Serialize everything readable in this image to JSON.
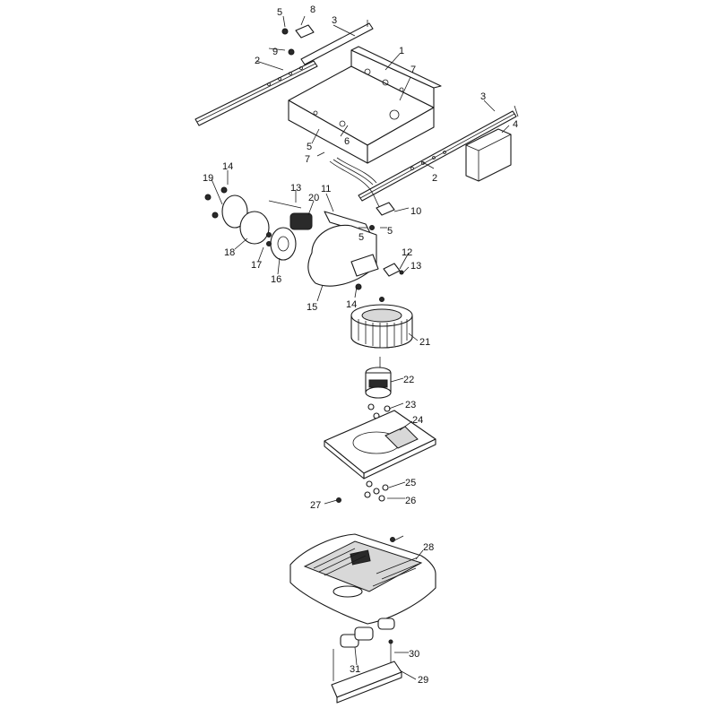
{
  "diagram": {
    "callouts": [
      {
        "id": "c1",
        "text": "1"
      },
      {
        "id": "c2a",
        "text": "2"
      },
      {
        "id": "c2b",
        "text": "2"
      },
      {
        "id": "c3a",
        "text": "3"
      },
      {
        "id": "c3b",
        "text": "3"
      },
      {
        "id": "c4",
        "text": "4"
      },
      {
        "id": "c5a",
        "text": "5"
      },
      {
        "id": "c5b",
        "text": "5"
      },
      {
        "id": "c5c",
        "text": "5"
      },
      {
        "id": "c5d",
        "text": "5"
      },
      {
        "id": "c6",
        "text": "6"
      },
      {
        "id": "c7a",
        "text": "7"
      },
      {
        "id": "c7b",
        "text": "7"
      },
      {
        "id": "c8",
        "text": "8"
      },
      {
        "id": "c9",
        "text": "9"
      },
      {
        "id": "c10",
        "text": "10"
      },
      {
        "id": "c11",
        "text": "11"
      },
      {
        "id": "c12",
        "text": "12"
      },
      {
        "id": "c13a",
        "text": "13"
      },
      {
        "id": "c13b",
        "text": "13"
      },
      {
        "id": "c14a",
        "text": "14"
      },
      {
        "id": "c14b",
        "text": "14"
      },
      {
        "id": "c15",
        "text": "15"
      },
      {
        "id": "c16",
        "text": "16"
      },
      {
        "id": "c17",
        "text": "17"
      },
      {
        "id": "c18",
        "text": "18"
      },
      {
        "id": "c19",
        "text": "19"
      },
      {
        "id": "c20",
        "text": "20"
      },
      {
        "id": "c21",
        "text": "21"
      },
      {
        "id": "c22",
        "text": "22"
      },
      {
        "id": "c23",
        "text": "23"
      },
      {
        "id": "c24",
        "text": "24"
      },
      {
        "id": "c25",
        "text": "25"
      },
      {
        "id": "c26",
        "text": "26"
      },
      {
        "id": "c27",
        "text": "27"
      },
      {
        "id": "c28",
        "text": "28"
      },
      {
        "id": "c29",
        "text": "29"
      },
      {
        "id": "c30",
        "text": "30"
      },
      {
        "id": "c31",
        "text": "31"
      }
    ]
  }
}
